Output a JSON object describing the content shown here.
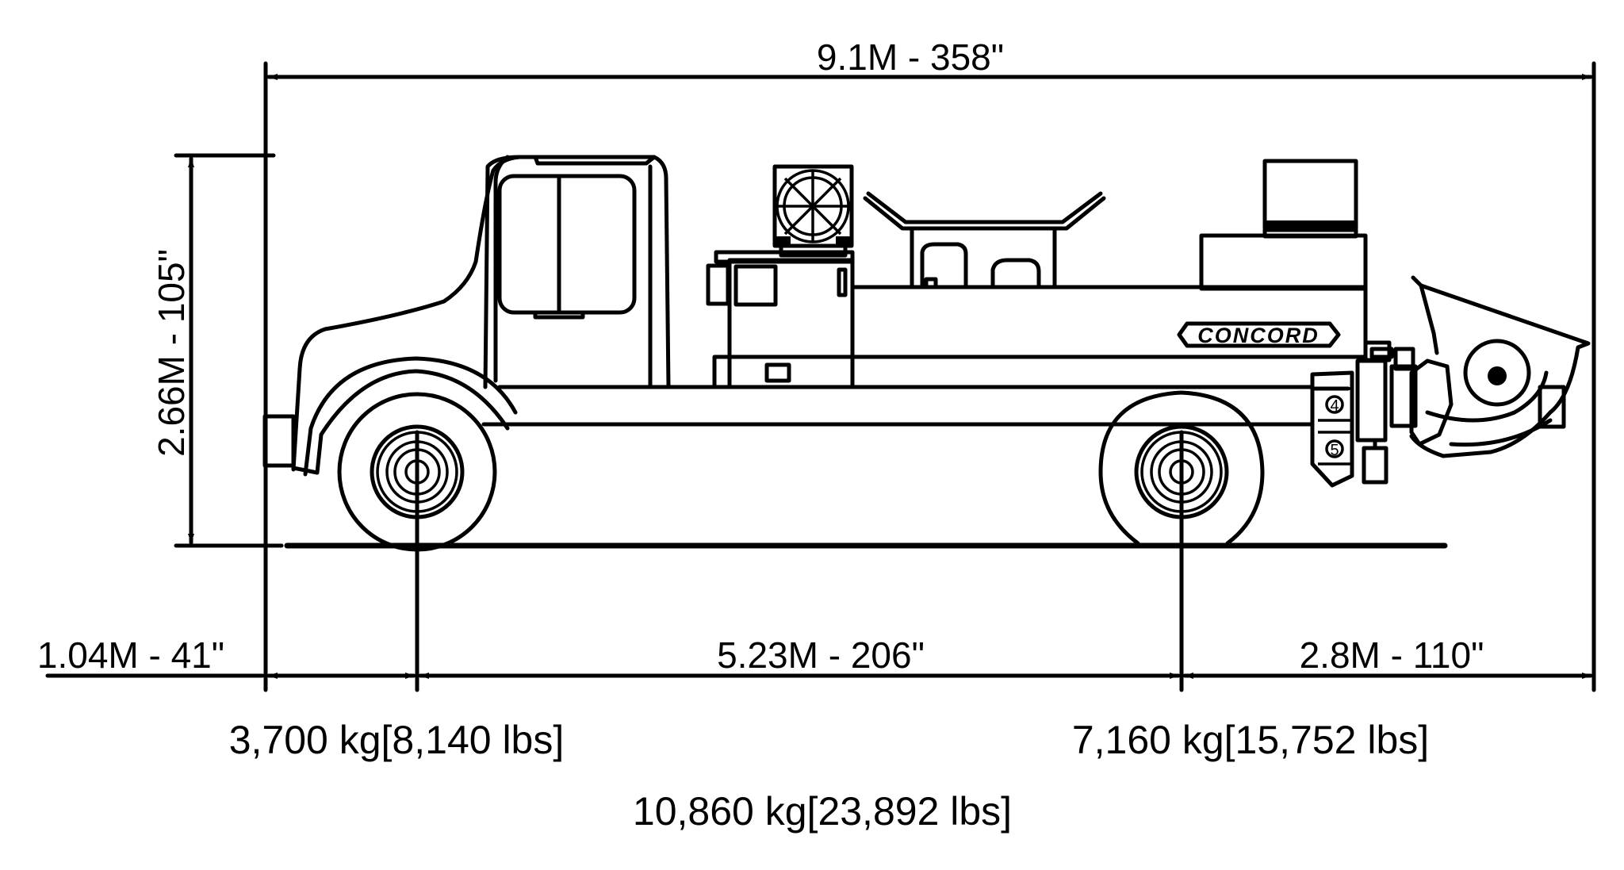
{
  "dimensions": {
    "overall_length": "9.1M - 358\"",
    "overall_height": "2.66M - 105\"",
    "front_overhang": "1.04M - 41\"",
    "wheelbase": "5.23M - 206\"",
    "rear_overhang": "2.8M - 110\""
  },
  "weights": {
    "front_axle": "3,700 kg[8,140 lbs]",
    "rear_axle": "7,160 kg[15,752 lbs]",
    "total": "10,860 kg[23,892 lbs]"
  },
  "brand_logo": "CONCORD",
  "component_markers": [
    "4",
    "5"
  ]
}
